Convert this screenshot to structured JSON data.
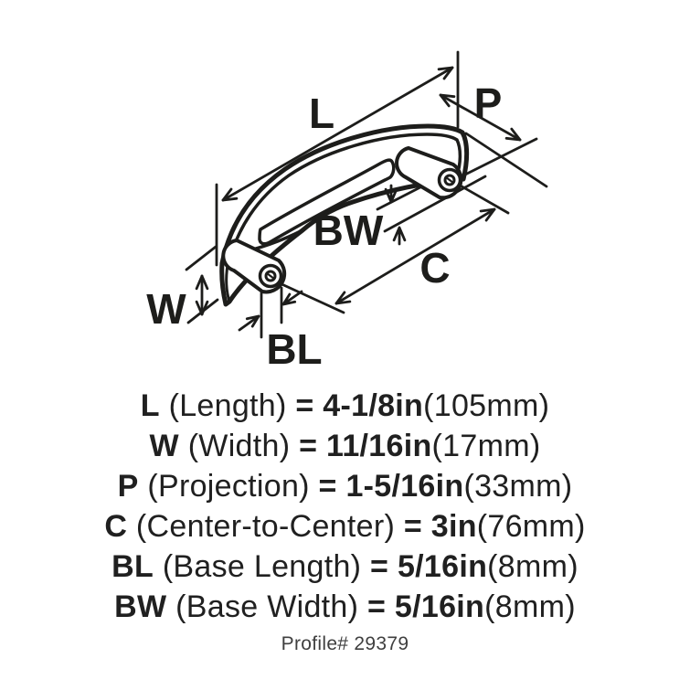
{
  "colors": {
    "ink": "#1d1d1b",
    "paper": "#ffffff"
  },
  "diagram": {
    "labels": {
      "length": "L",
      "projection": "P",
      "base_width": "BW",
      "center_to_center": "C",
      "width": "W",
      "base_length": "BL"
    }
  },
  "specs": [
    {
      "abbr": "L",
      "name": "(Length)",
      "eq": "=",
      "value": "4-1/8in",
      "metric": "(105mm)"
    },
    {
      "abbr": "W",
      "name": "(Width)",
      "eq": "=",
      "value": "11/16in",
      "metric": "(17mm)"
    },
    {
      "abbr": "P",
      "name": "(Projection)",
      "eq": "=",
      "value": "1-5/16in",
      "metric": "(33mm)"
    },
    {
      "abbr": "C",
      "name": "(Center-to-Center)",
      "eq": "=",
      "value": "3in",
      "metric": "(76mm)"
    },
    {
      "abbr": "BL",
      "name": "(Base Length)",
      "eq": "=",
      "value": "5/16in",
      "metric": "(8mm)"
    },
    {
      "abbr": "BW",
      "name": "(Base Width)",
      "eq": "=",
      "value": "5/16in",
      "metric": "(8mm)"
    }
  ],
  "footer": {
    "profile": "Profile# 29379"
  }
}
